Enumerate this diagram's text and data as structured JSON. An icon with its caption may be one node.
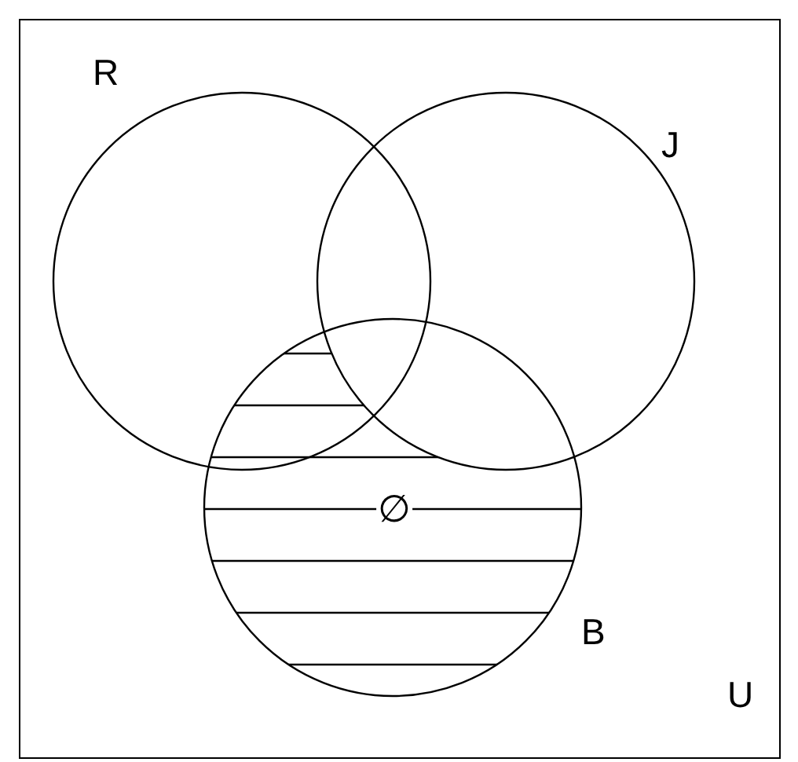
{
  "diagram": {
    "nodes": [
      {
        "text": [
          "U"
        ]
      },
      {
        "text": [
          "R"
        ],
        "in": 0
      },
      {
        "text": [
          "J"
        ],
        "in": 0
      },
      {
        "text": [
          "B"
        ],
        "in": 0
      }
    ],
    "labels": [
      "∅"
    ]
  }
}
